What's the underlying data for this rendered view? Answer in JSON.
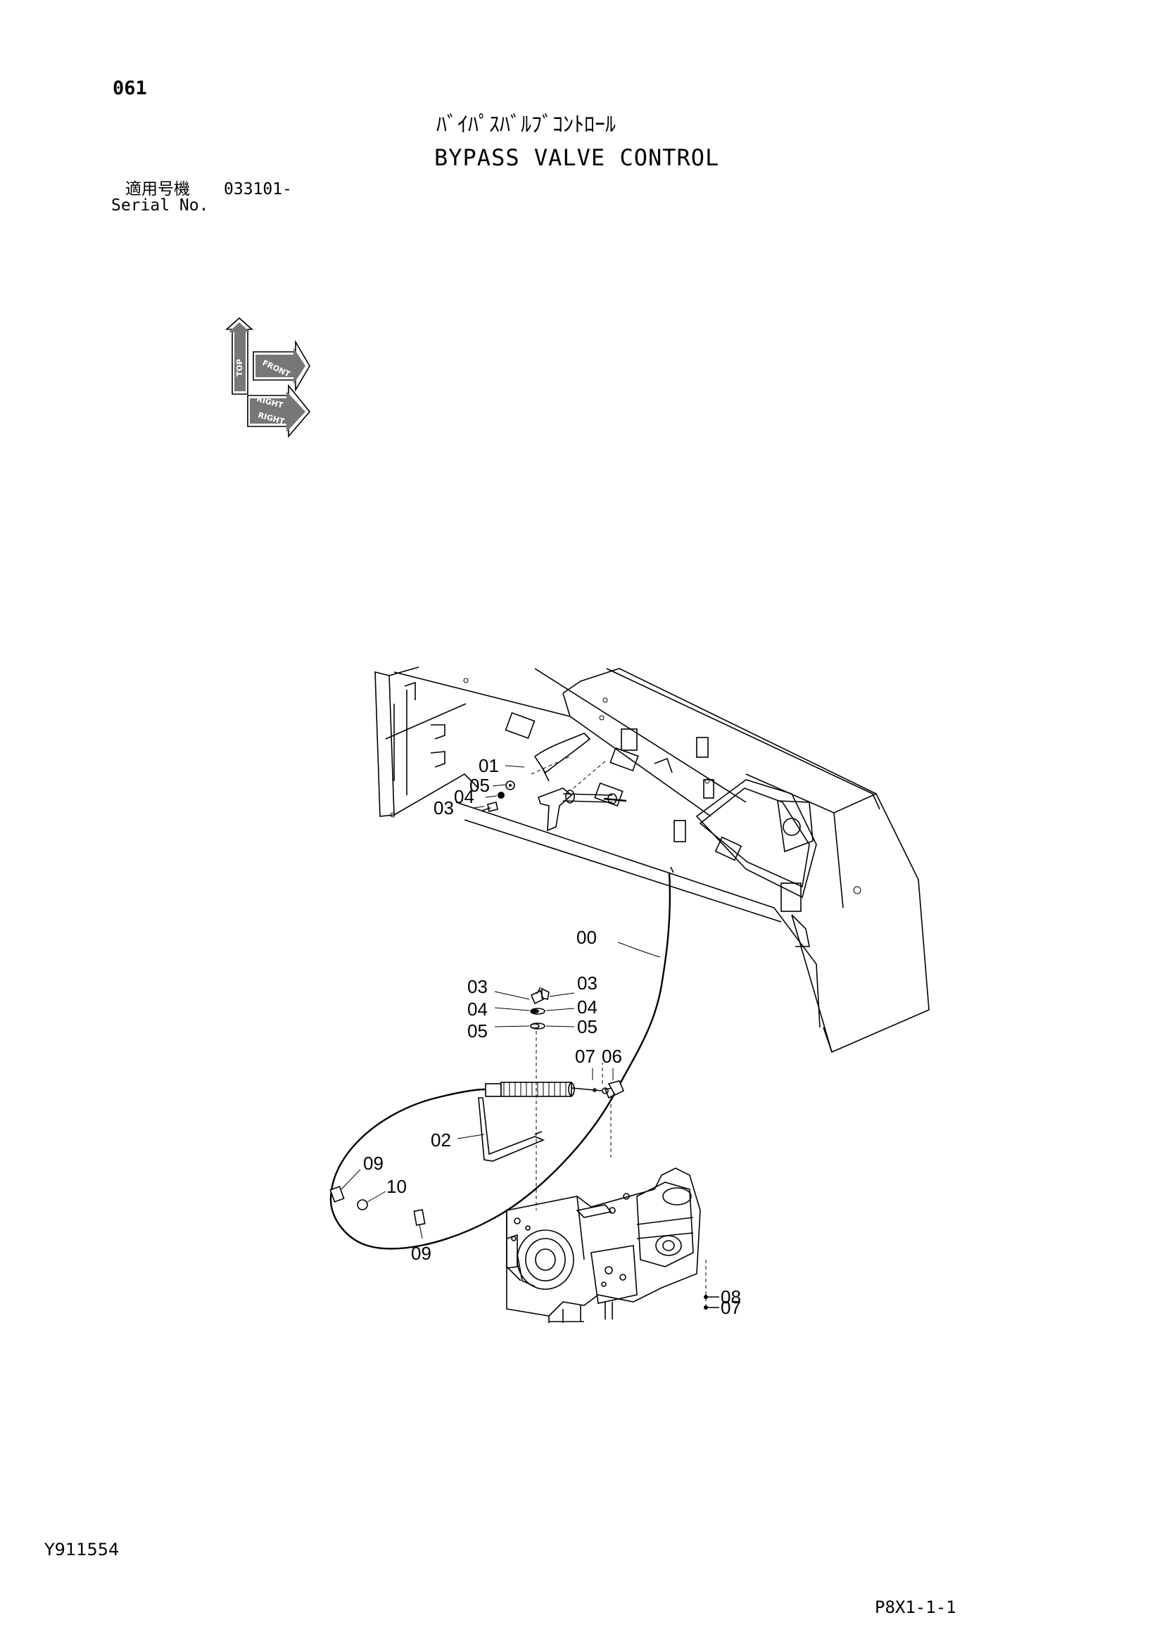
{
  "header": {
    "page_number": "061",
    "title_jp": "ﾊﾞｲﾊﾟｽﾊﾞﾙﾌﾞｺﾝﾄﾛｰﾙ",
    "title_en": "BYPASS VALVE CONTROL",
    "serial_label_jp": "適用号機",
    "serial_value": "033101-",
    "serial_label_en": "Serial No."
  },
  "orientation_icon": {
    "labels": [
      "TOP",
      "FRONT",
      "RIGHT",
      "RIGHT"
    ]
  },
  "callouts": {
    "c00": "00",
    "c01": "01",
    "c02": "02",
    "c03a": "03",
    "c03b": "03",
    "c03c": "03",
    "c04a": "04",
    "c04b": "04",
    "c04c": "04",
    "c05a": "05",
    "c05b": "05",
    "c05c": "05",
    "c06": "06",
    "c07a": "07",
    "c07b": "07",
    "c08": "08",
    "c09a": "09",
    "c09b": "09",
    "c10": "10"
  },
  "footer": {
    "drawing_code": "Y911554",
    "sheet_code": "P8X1-1-1"
  }
}
